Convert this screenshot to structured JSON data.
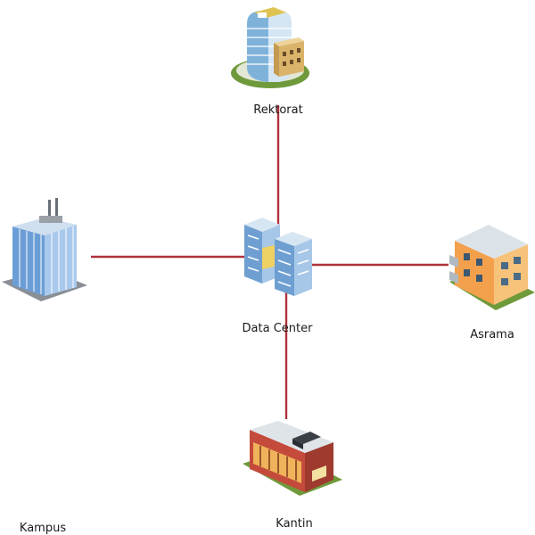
{
  "diagram": {
    "nodes": [
      {
        "id": "rektorat",
        "label": "Rektorat",
        "icon": "office-tower-icon"
      },
      {
        "id": "kampus",
        "label": "Kampus",
        "icon": "skyscraper-icon"
      },
      {
        "id": "data-center",
        "label": "Data Center",
        "icon": "data-center-servers-icon"
      },
      {
        "id": "asrama",
        "label": "Asrama",
        "icon": "dormitory-building-icon"
      },
      {
        "id": "kantin",
        "label": "Kantin",
        "icon": "canteen-store-icon"
      }
    ],
    "links": [
      {
        "from": "data-center",
        "to": "rektorat"
      },
      {
        "from": "data-center",
        "to": "kampus"
      },
      {
        "from": "data-center",
        "to": "asrama"
      },
      {
        "from": "data-center",
        "to": "kantin"
      }
    ],
    "colors": {
      "link": "#b0323c"
    }
  }
}
